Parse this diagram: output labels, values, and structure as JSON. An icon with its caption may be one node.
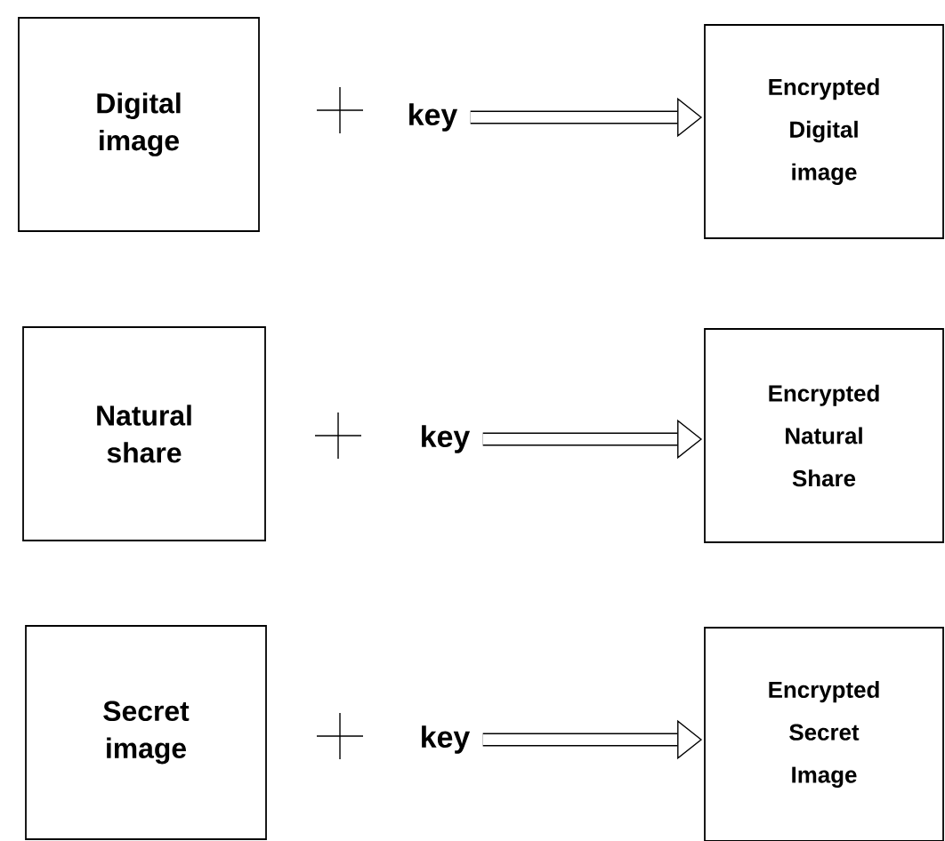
{
  "diagram": {
    "nodes": [
      {
        "text": [
          "Digital image"
        ]
      },
      {
        "text": [
          "key"
        ]
      },
      {
        "text": [
          "Encrypted Digital image"
        ]
      },
      {
        "text": [
          "Natural share"
        ]
      },
      {
        "text": [
          "key"
        ]
      },
      {
        "text": [
          "Encrypted Natural Share"
        ]
      },
      {
        "text": [
          "Secret image"
        ]
      },
      {
        "text": [
          "key"
        ]
      },
      {
        "text": [
          "Encrypted Secret Image"
        ]
      }
    ],
    "edges": [
      {
        "from": 1,
        "to": 2,
        "arrow": "to"
      },
      {
        "from": 4,
        "to": 5,
        "arrow": "to"
      },
      {
        "from": 7,
        "to": 8,
        "arrow": "to"
      }
    ]
  }
}
